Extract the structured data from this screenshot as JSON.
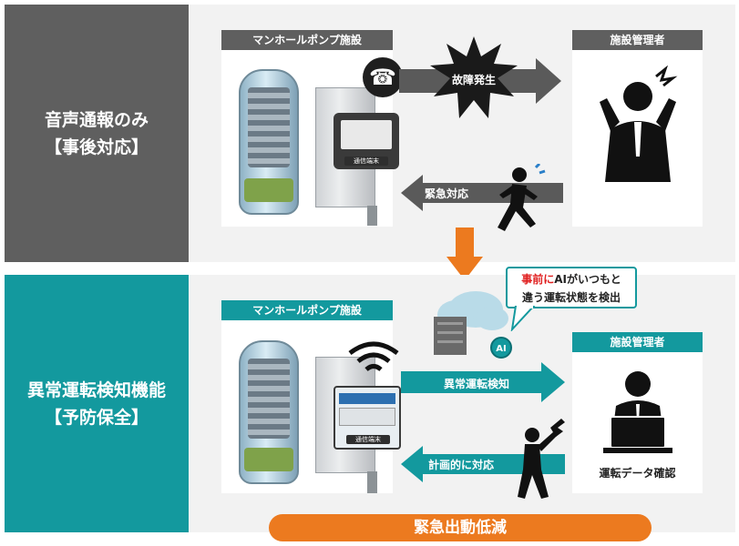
{
  "top_section": {
    "label_line1": "音声通報のみ",
    "label_line2": "【事後対応】",
    "facility_title": "マンホールポンプ施設",
    "terminal_label": "通信端末",
    "arrow_failure": "故障発生",
    "manager_title": "施設管理者",
    "arrow_emergency": "緊急対応"
  },
  "bottom_section": {
    "label_line1": "異常運転検知機能",
    "label_line2": "【予防保全】",
    "facility_title": "マンホールポンプ施設",
    "terminal_label": "通信端末",
    "callout_highlight": "事前に",
    "callout_line1_rest": "AIがいつもと",
    "callout_line2": "違う運転状態を検出",
    "ai_badge": "AI",
    "arrow_detect": "異常運転検知",
    "manager_title": "施設管理者",
    "manager_caption": "運転データ確認",
    "arrow_planned": "計画的に対応"
  },
  "footer_banner": "緊急出動低減",
  "colors": {
    "gray_dark": "#5f5f5f",
    "gray_card_head": "#5f5f5f",
    "teal": "#13999e",
    "orange": "#ec7a1f",
    "red": "#e02020"
  }
}
